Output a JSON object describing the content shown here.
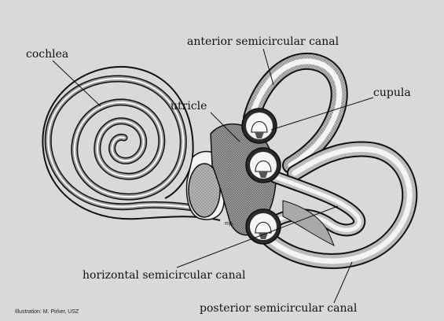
{
  "labels": {
    "cochlea": "cochlea",
    "anterior": "anterior semicircular canal",
    "utricle": "utricle",
    "cupula": "cupula",
    "horizontal": "horizontal semicircular canal",
    "posterior": "posterior semicircular canal",
    "mp": "mp."
  },
  "credit": "Illustration: M. Pirker, USZ",
  "colors": {
    "background": "#d9d9d9",
    "outline": "#111111",
    "canal_fill": "#f4f4f4",
    "stipple_fill": "#a8a8a8",
    "sac_fill": "#bdbdbd",
    "ampulla_fill": "#2a2a2a"
  }
}
